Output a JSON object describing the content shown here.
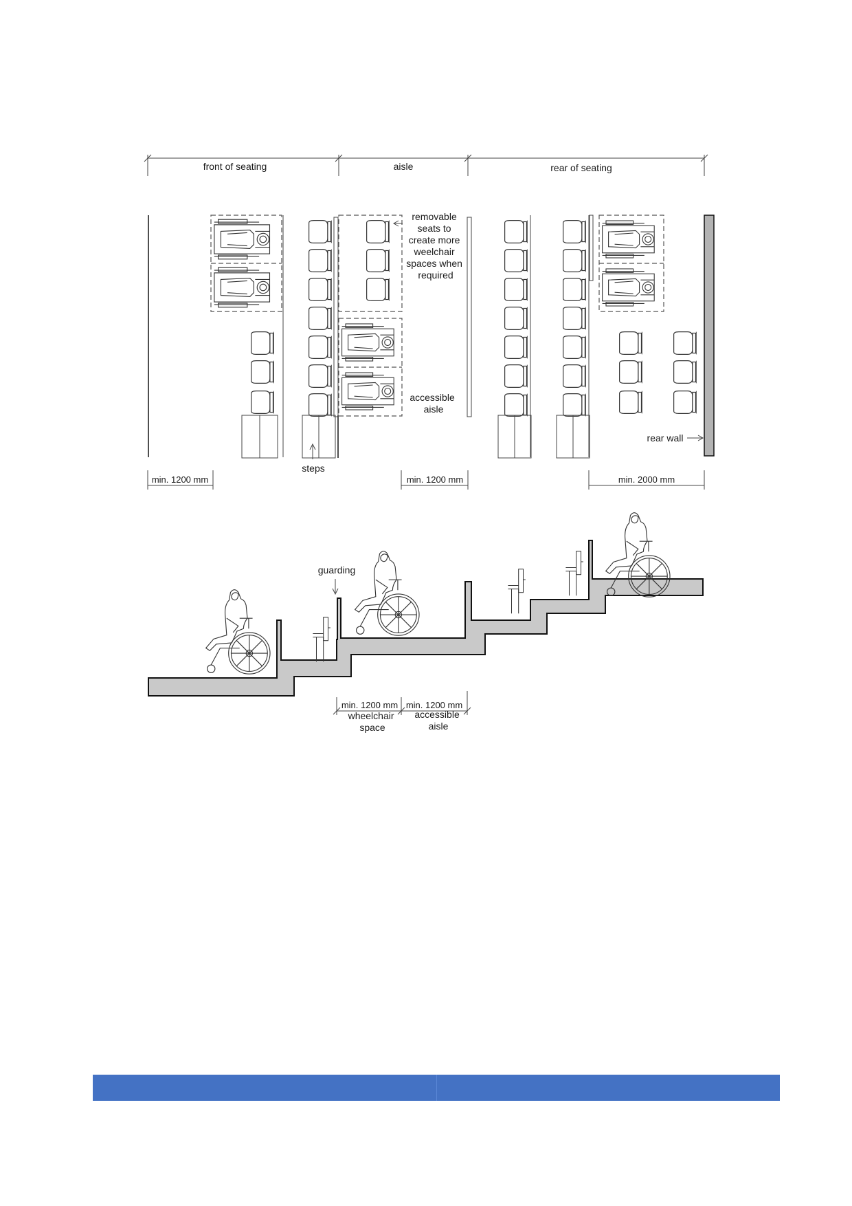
{
  "plan": {
    "zone_front": "front of seating",
    "zone_aisle": "aisle",
    "zone_rear": "rear of seating",
    "removable_note": [
      "removable",
      "seats to",
      "create more",
      "weelchair",
      "spaces when",
      "required"
    ],
    "accessible_aisle": [
      "accessible",
      "aisle"
    ],
    "steps": "steps",
    "rear_wall": "rear wall",
    "dim_front": "min. 1200 mm",
    "dim_aisle": "min. 1200 mm",
    "dim_rear": "min. 2000 mm"
  },
  "section": {
    "guarding": "guarding",
    "dim_space": "min. 1200 mm",
    "dim_aisle": "min. 1200 mm",
    "wheelchair_space": [
      "wheelchair",
      "space"
    ],
    "accessible_aisle": [
      "accessible",
      "aisle"
    ]
  },
  "colors": {
    "floor_fill": "#c9c9c9",
    "footer_bar": "#4472c4"
  }
}
